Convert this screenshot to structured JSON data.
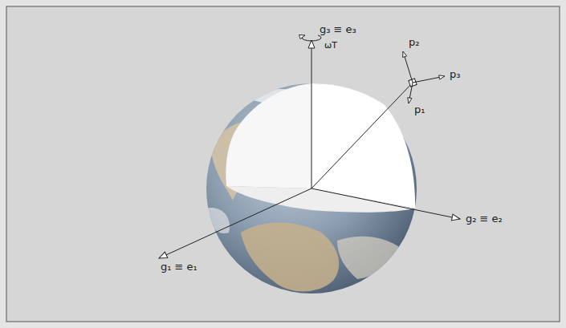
{
  "diagram": {
    "labels": [
      "g₃ ≡ e₃",
      "ωT",
      "p₂",
      "p₃",
      "p₁",
      "g₂ ≡ e₂",
      "g₁ ≡ e₁"
    ]
  }
}
